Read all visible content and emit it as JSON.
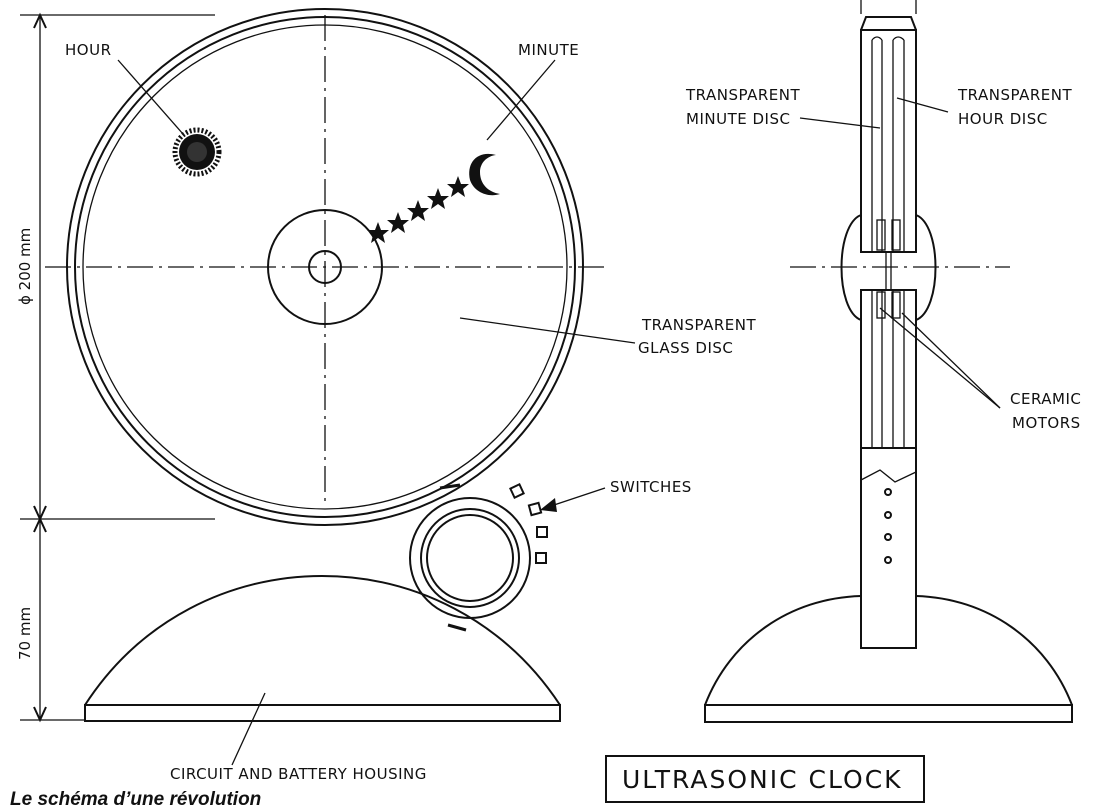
{
  "labels": {
    "hour": "HOUR",
    "minute": "MINUTE",
    "transparent_minute_disc_1": "TRANSPARENT",
    "transparent_minute_disc_2": "MINUTE DISC",
    "transparent_hour_disc_1": "TRANSPARENT",
    "transparent_hour_disc_2": "HOUR DISC",
    "glass_disc_1": "TRANSPARENT",
    "glass_disc_2": "GLASS DISC",
    "ceramic_motors_1": "CERAMIC",
    "ceramic_motors_2": "MOTORS",
    "switches": "SWITCHES",
    "housing": "CIRCUIT AND BATTERY HOUSING"
  },
  "dimensions": {
    "diameter": "ϕ 200 mm",
    "height": "70 mm"
  },
  "title": "ULTRASONIC CLOCK",
  "caption": "Le schéma d’une révolution"
}
